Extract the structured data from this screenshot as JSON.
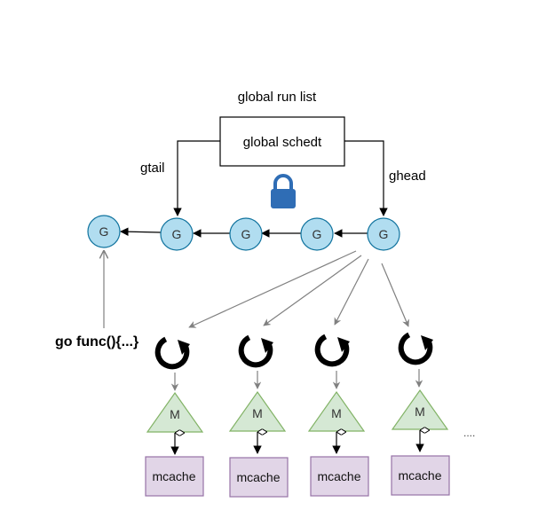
{
  "global_run_list_label": "global run list",
  "sched": {
    "label": "global schedt"
  },
  "gtail_label": "gtail",
  "ghead_label": "ghead",
  "goroutine_label": "G",
  "spawn_label": "go func(){...}",
  "machine_label": "M",
  "mcache_label": "mcache",
  "ellipsis": "....",
  "colors": {
    "goroutine_fill": "#b1ddf0",
    "goroutine_stroke": "#10739e",
    "machine_fill": "#d5e8d4",
    "machine_stroke": "#82b366",
    "mcache_fill": "#e1d5e7",
    "mcache_stroke": "#9673a6",
    "lock": "#2f6db5",
    "gray_arrow": "#808080"
  },
  "icons": [
    "lock-icon",
    "processor-cycle-icon"
  ]
}
